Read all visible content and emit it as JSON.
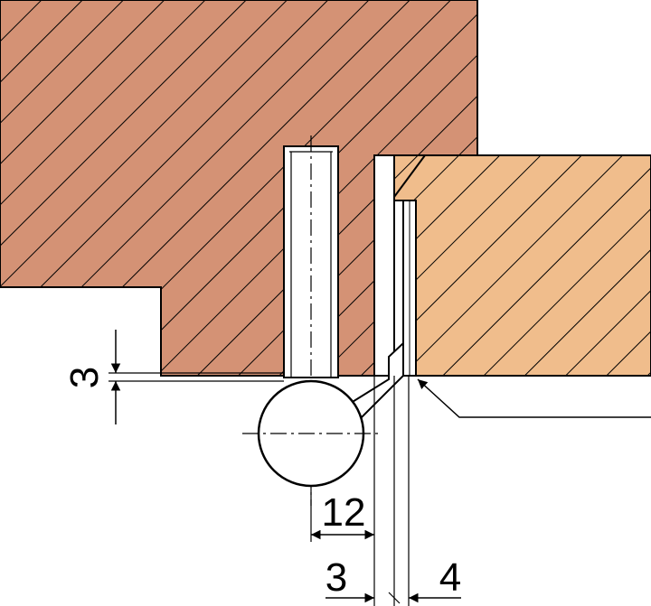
{
  "colors": {
    "frame_fill": "#d49275",
    "door_fill": "#f0bd8c",
    "hinge_fill": "#ffffff",
    "line": "#000000",
    "background": "#ffffff"
  },
  "dimensions": {
    "gap_vertical": "3",
    "offset_to_pin": "12",
    "gap_left": "3",
    "gap_right": "4"
  },
  "leader_label": ""
}
